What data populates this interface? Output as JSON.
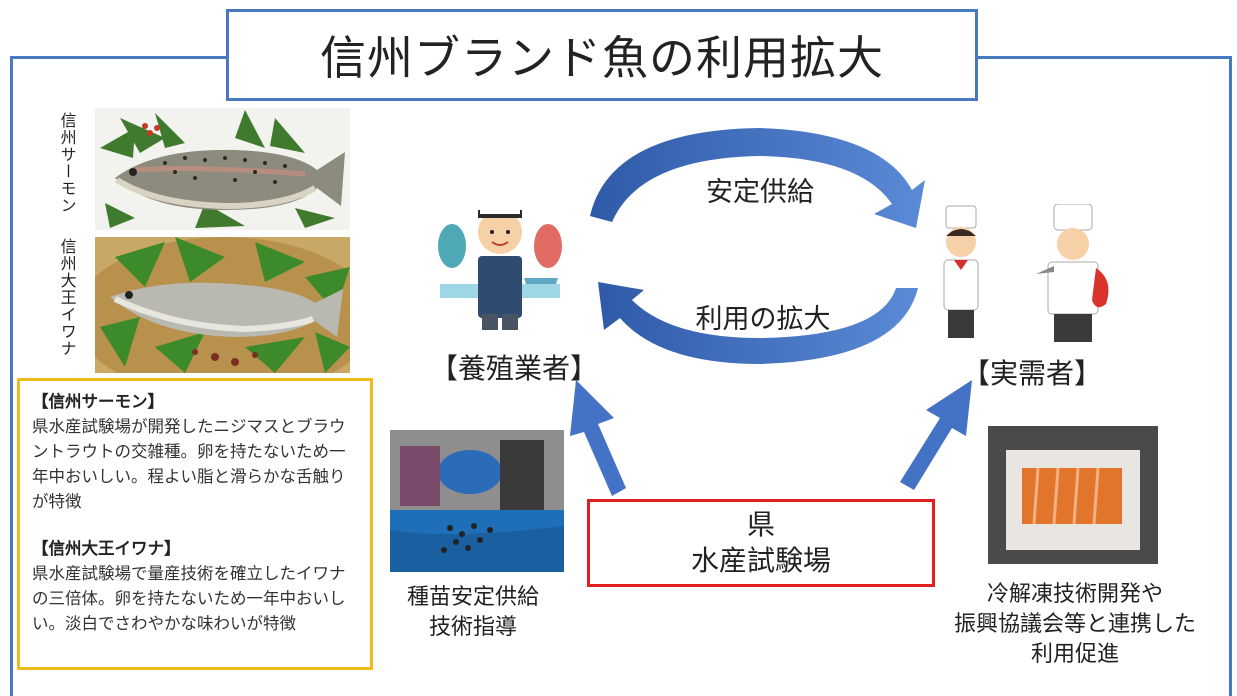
{
  "title": "信州ブランド魚の利用拡大",
  "fish_labels": {
    "salmon": "信州サーモン",
    "iwana": "信州大王イワナ"
  },
  "info": {
    "salmon_heading": "【信州サーモン】",
    "salmon_text": "県水産試験場が開発したニジマスとブラウントラウトの交雑種。卵を持たないため一年中おいしい。程よい脂と滑らかな舌触りが特徴",
    "iwana_heading": "【信州大王イワナ】",
    "iwana_text": "県水産試験場で量産技術を確立したイワナの三倍体。卵を持たないため一年中おいしい。淡白でさわやかな味わいが特徴"
  },
  "cycle": {
    "top_arrow_label": "安定供給",
    "bottom_arrow_label": "利用の拡大"
  },
  "roles": {
    "farmers": "【養殖業者】",
    "users": "【実需者】"
  },
  "ken": {
    "line1": "県",
    "line2": "水産試験場"
  },
  "captions": {
    "left": [
      "種苗安定供給",
      "技術指導"
    ],
    "right": [
      "冷解凍技術開発や",
      "振興協議会等と連携した",
      "利用促進"
    ]
  },
  "colors": {
    "frame": "#4a79c4",
    "info_border": "#f2bb1c",
    "ken_border": "#e02020",
    "arrow": "#4472c4"
  }
}
